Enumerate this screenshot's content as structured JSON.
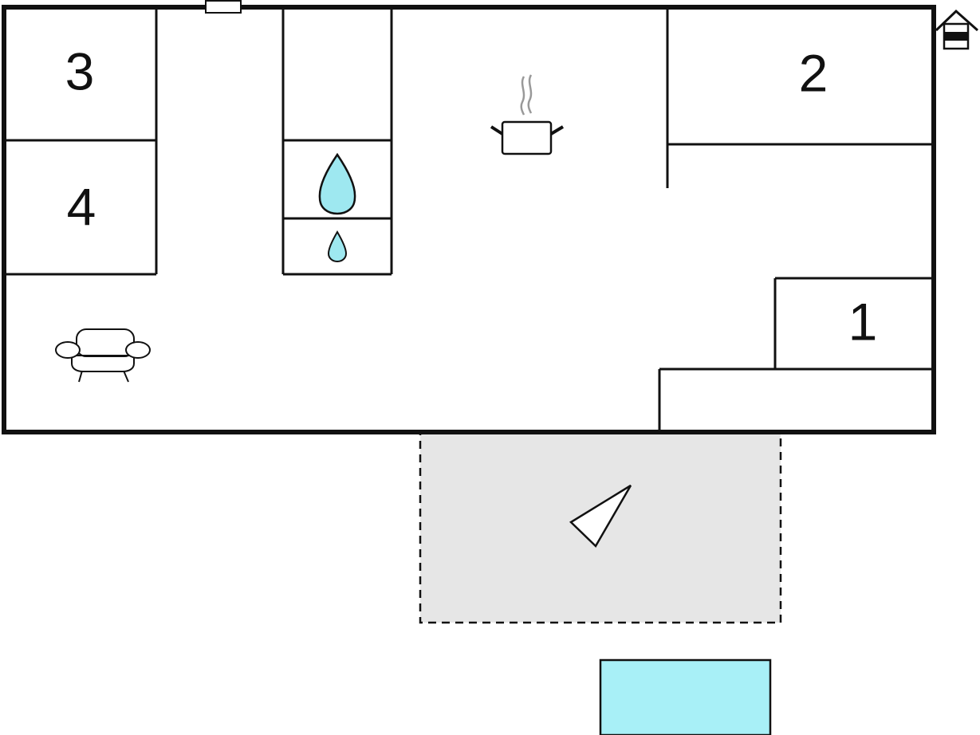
{
  "floorplan": {
    "rooms": [
      {
        "id": "bedroom-1",
        "label": "1"
      },
      {
        "id": "bedroom-2",
        "label": "2"
      },
      {
        "id": "bedroom-3",
        "label": "3"
      },
      {
        "id": "bedroom-4",
        "label": "4"
      }
    ],
    "icons": {
      "kitchen": "cooking-pot-icon",
      "bathroom_shower": "water-drop-large-icon",
      "bathroom_wc": "water-drop-small-icon",
      "living": "sofa-icon",
      "terrace": "compass-direction-icon",
      "house": "house-icon"
    },
    "colors": {
      "wall": "#111111",
      "water": "#9ee8f0",
      "terrace": "#e6e6e6",
      "pool": "#a8f0f7"
    }
  }
}
